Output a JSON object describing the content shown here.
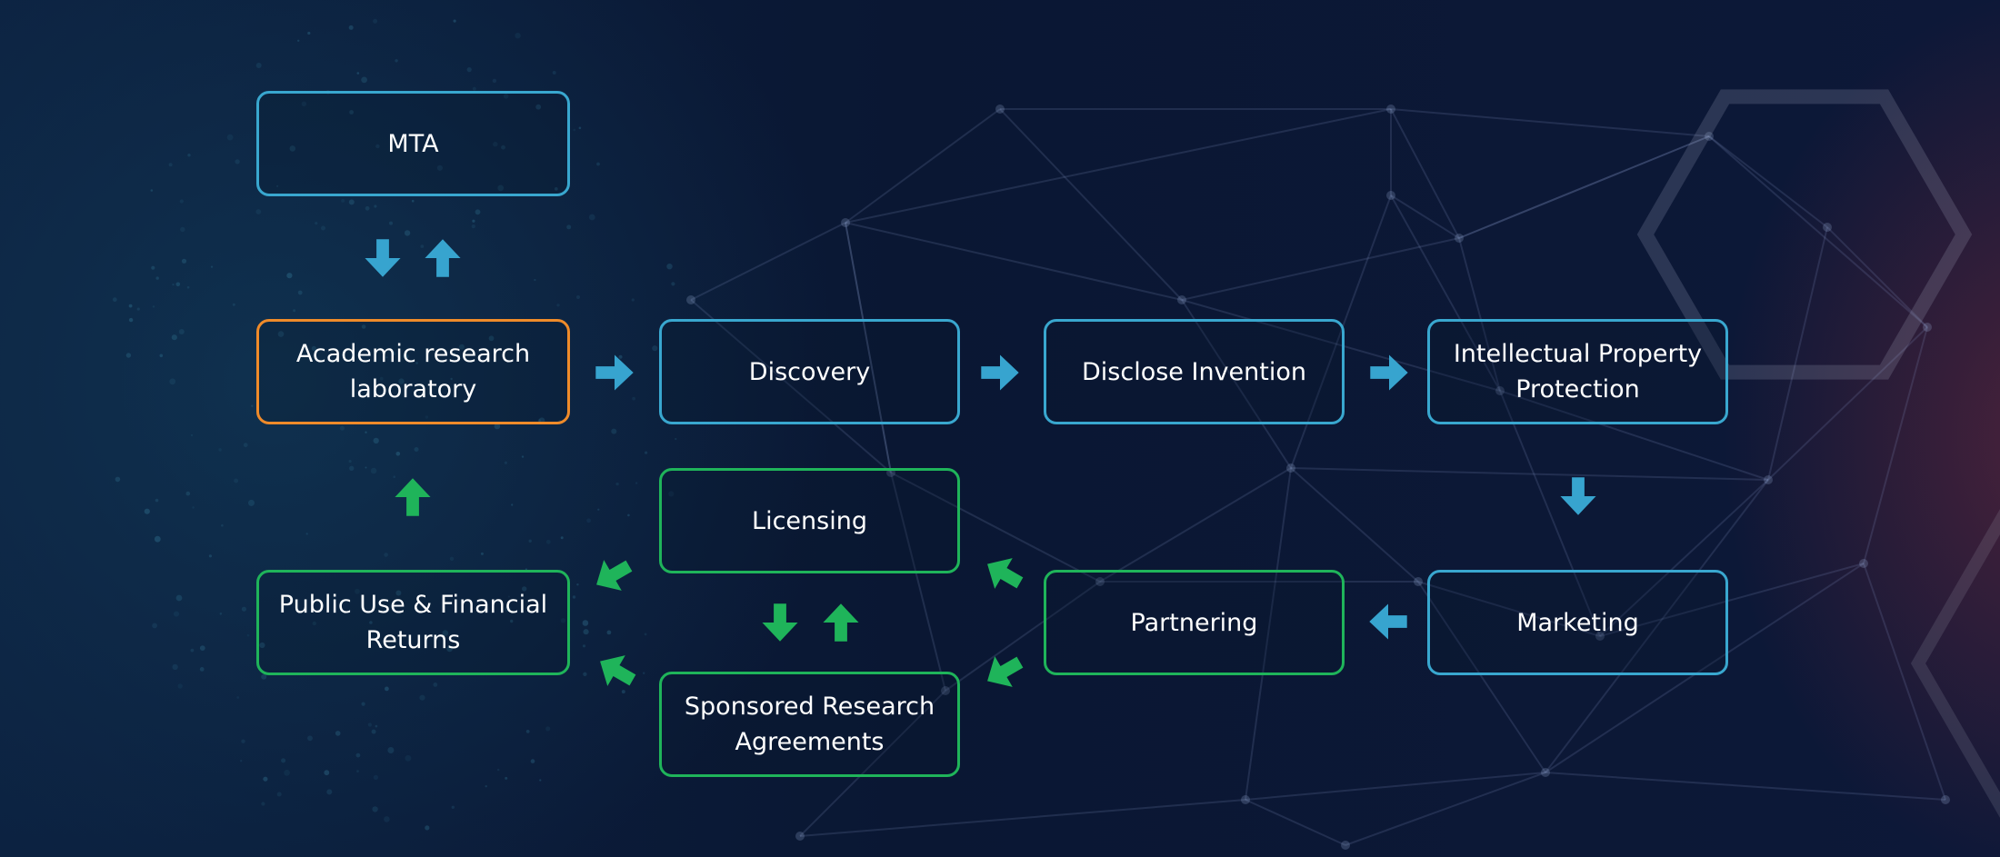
{
  "colors": {
    "blue": "#39a7cf",
    "orange": "#ef8b2a",
    "green": "#1fb45a",
    "background": "#0b1733"
  },
  "nodes": {
    "mta": "MTA",
    "academic_lab": "Academic research laboratory",
    "discovery": "Discovery",
    "disclose_invention": "Disclose Invention",
    "ip_protection": "Intellectual Property Protection",
    "licensing": "Licensing",
    "public_use": "Public Use & Financial Returns",
    "partnering": "Partnering",
    "marketing": "Marketing",
    "sponsored_research": "Sponsored Research Agreements"
  },
  "edges": [
    {
      "from": "lab",
      "to": "mta",
      "direction": "up",
      "color": "blue"
    },
    {
      "from": "mta",
      "to": "lab",
      "direction": "down",
      "color": "blue"
    },
    {
      "from": "lab",
      "to": "discovery",
      "direction": "right",
      "color": "blue"
    },
    {
      "from": "discovery",
      "to": "disclose_invention",
      "direction": "right",
      "color": "blue"
    },
    {
      "from": "disclose_invention",
      "to": "ip_protection",
      "direction": "right",
      "color": "blue"
    },
    {
      "from": "ip_protection",
      "to": "marketing",
      "direction": "down",
      "color": "blue"
    },
    {
      "from": "marketing",
      "to": "partnering",
      "direction": "left",
      "color": "blue"
    },
    {
      "from": "partnering",
      "to": "licensing",
      "direction": "up-left",
      "color": "green"
    },
    {
      "from": "partnering",
      "to": "sponsored_research",
      "direction": "down-left",
      "color": "green"
    },
    {
      "from": "licensing",
      "to": "sponsored_research",
      "direction": "down",
      "color": "green"
    },
    {
      "from": "sponsored_research",
      "to": "licensing",
      "direction": "up",
      "color": "green"
    },
    {
      "from": "licensing",
      "to": "public_use",
      "direction": "down-left",
      "color": "green"
    },
    {
      "from": "sponsored_research",
      "to": "public_use",
      "direction": "up-left",
      "color": "green"
    },
    {
      "from": "public_use",
      "to": "lab",
      "direction": "up",
      "color": "green"
    }
  ]
}
